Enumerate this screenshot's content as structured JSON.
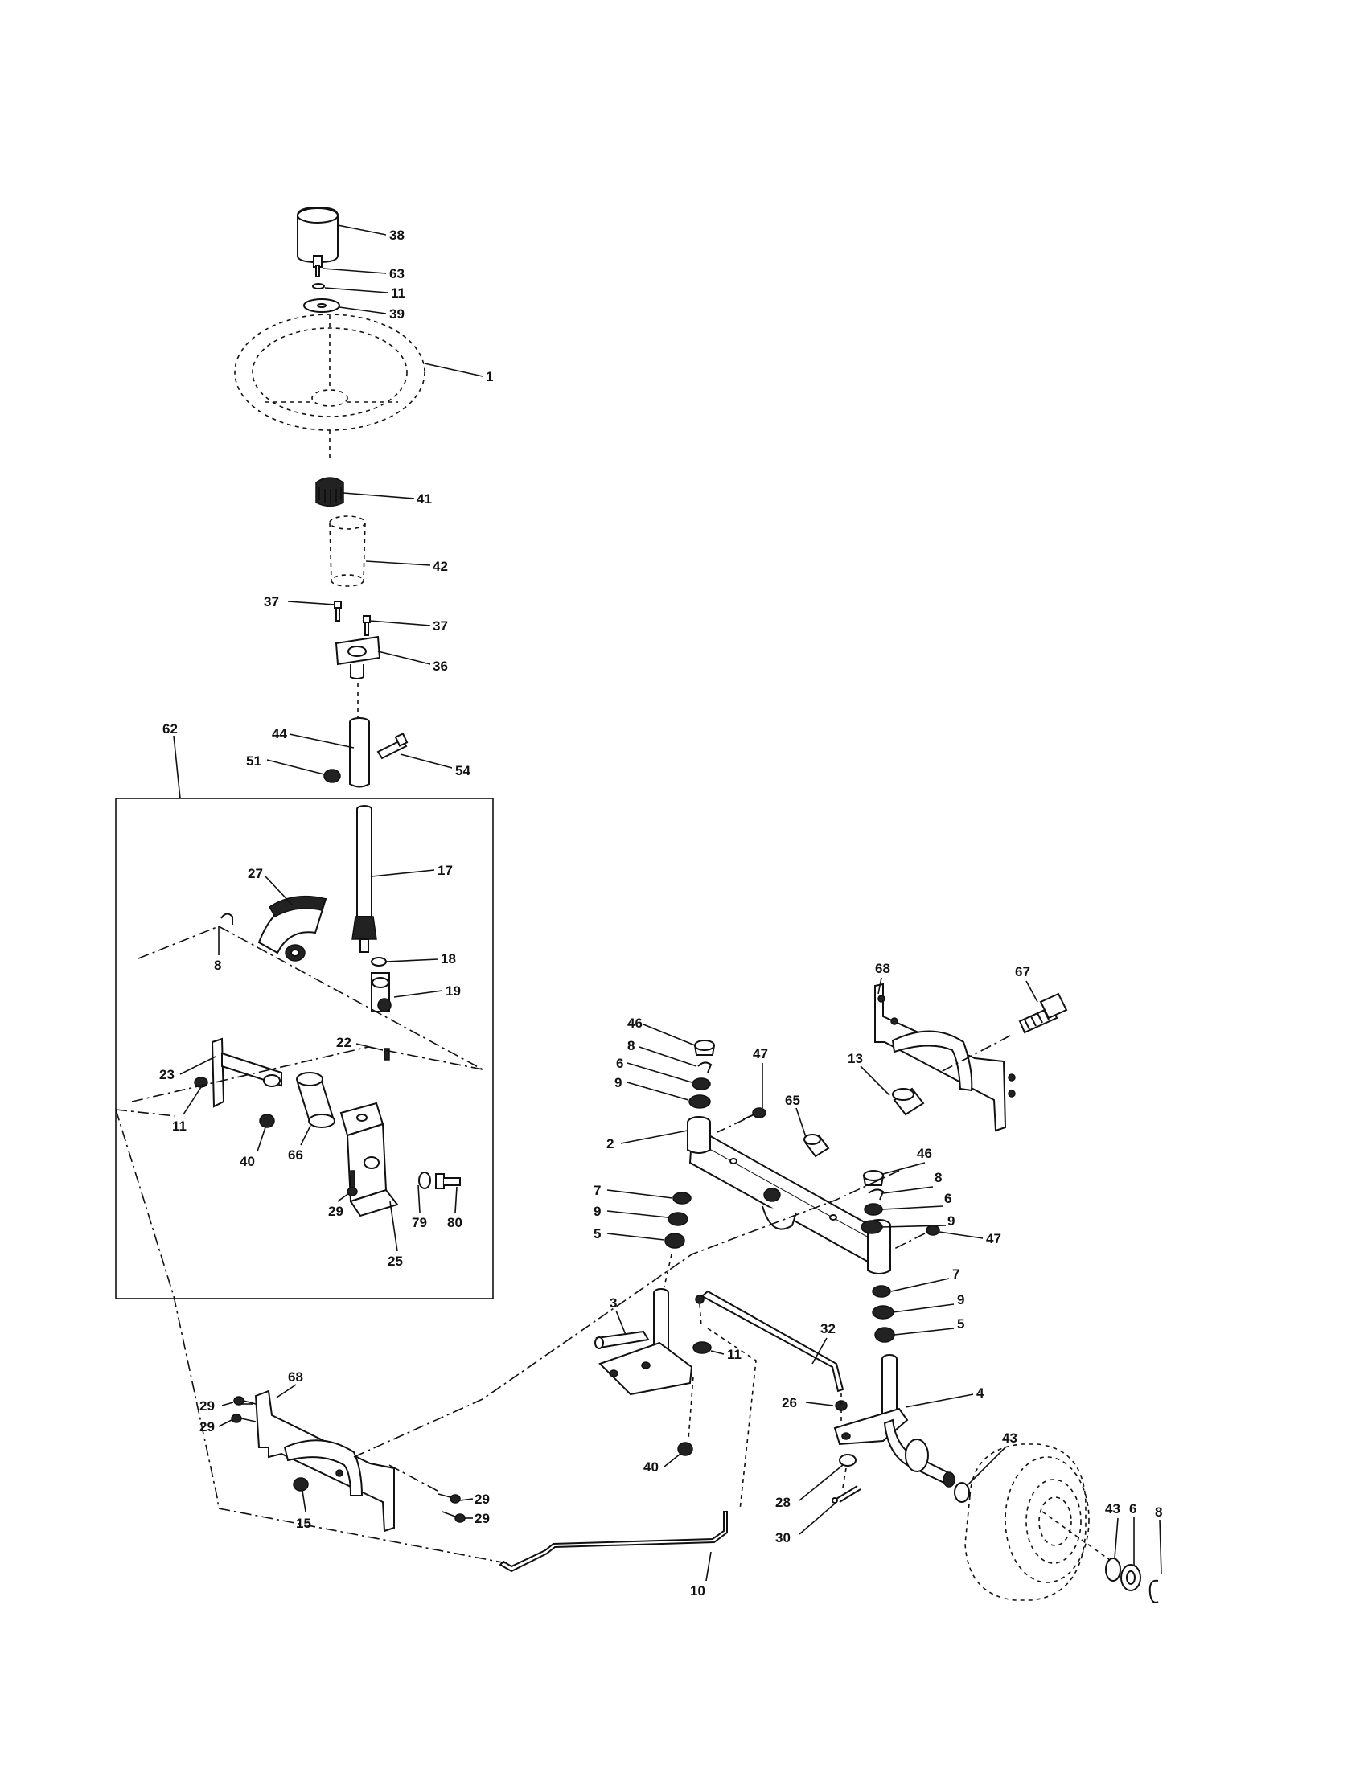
{
  "callouts": {
    "c38": "38",
    "c63": "63",
    "c11a": "11",
    "c39": "39",
    "c1": "1",
    "c41": "41",
    "c42": "42",
    "c37a": "37",
    "c37b": "37",
    "c36": "36",
    "c62": "62",
    "c44": "44",
    "c51": "51",
    "c54": "54",
    "c17": "17",
    "c27": "27",
    "c8a": "8",
    "c18": "18",
    "c19": "19",
    "c22": "22",
    "c23": "23",
    "c11b": "11",
    "c40a": "40",
    "c66": "66",
    "c29a": "29",
    "c25": "25",
    "c79": "79",
    "c80": "80",
    "c68a": "68",
    "c67": "67",
    "c46a": "46",
    "c8b": "8",
    "c6a": "6",
    "c9a": "9",
    "c47a": "47",
    "c13": "13",
    "c65": "65",
    "c2": "2",
    "c46b": "46",
    "c8c": "8",
    "c6b": "6",
    "c9b": "9",
    "c7a": "7",
    "c9c": "9",
    "c5a": "5",
    "c47b": "47",
    "c7b": "7",
    "c9d": "9",
    "c5b": "5",
    "c3": "3",
    "c32": "32",
    "c11c": "11",
    "c4": "4",
    "c26": "26",
    "c43a": "43",
    "c40b": "40",
    "c68b": "68",
    "c29b": "29",
    "c29c": "29",
    "c29d": "29",
    "c29e": "29",
    "c15": "15",
    "c28": "28",
    "c30": "30",
    "c10": "10",
    "c43b": "43",
    "c6c": "6",
    "c8d": "8"
  }
}
